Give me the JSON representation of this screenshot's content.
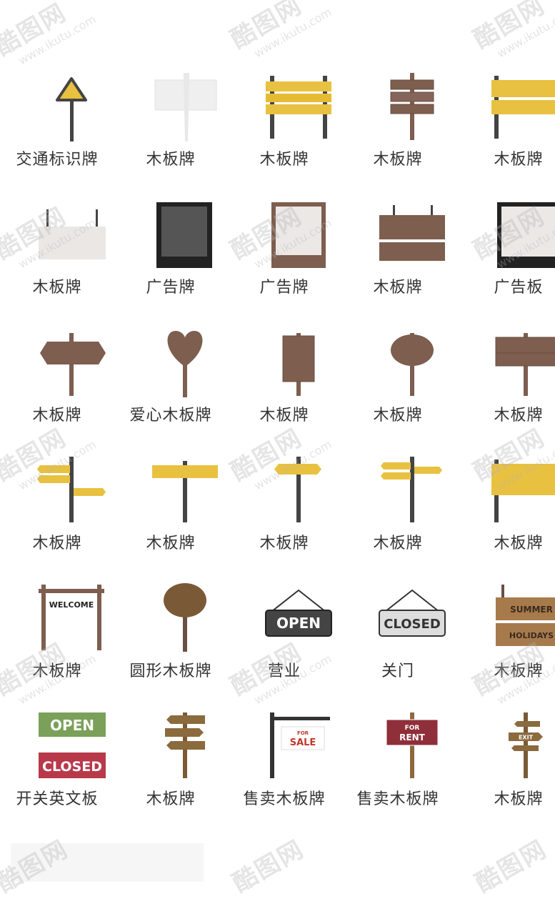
{
  "labels": [
    [
      "交通标识牌",
      "木板牌",
      "木板牌",
      "木板牌",
      "木板牌"
    ],
    [
      "木板牌",
      "广告牌",
      "广告牌",
      "木板牌",
      "广告板"
    ],
    [
      "木板牌",
      "爱心木板牌",
      "木板牌",
      "木板牌",
      "木板牌"
    ],
    [
      "木板牌",
      "木板牌",
      "木板牌",
      "木板牌",
      "木板牌"
    ],
    [
      "木板牌",
      "圆形木板牌",
      "营业",
      "关门",
      "木板牌"
    ],
    [
      "开关英文板",
      "木板牌",
      "售卖木板牌",
      "售卖木板牌",
      "木板牌"
    ]
  ],
  "sign_text": {
    "welcome": "WELCOME",
    "open": "OPEN",
    "closed": "CLOSED",
    "summer": "SUMMER",
    "holidays": "HOLIDAYS",
    "for_sale_top": "FOR",
    "for_sale_main": "SALE",
    "for_rent_top": "FOR",
    "for_rent_main": "RENT",
    "exit": "EXIT"
  },
  "watermark": {
    "brand": "酷图网",
    "url": "www.ikutu.com"
  },
  "colors": {
    "yellow": "#e9c140",
    "wood": "#7d5e4f",
    "post": "#444444",
    "dark": "#3f3f3f",
    "white": "#efefef"
  }
}
